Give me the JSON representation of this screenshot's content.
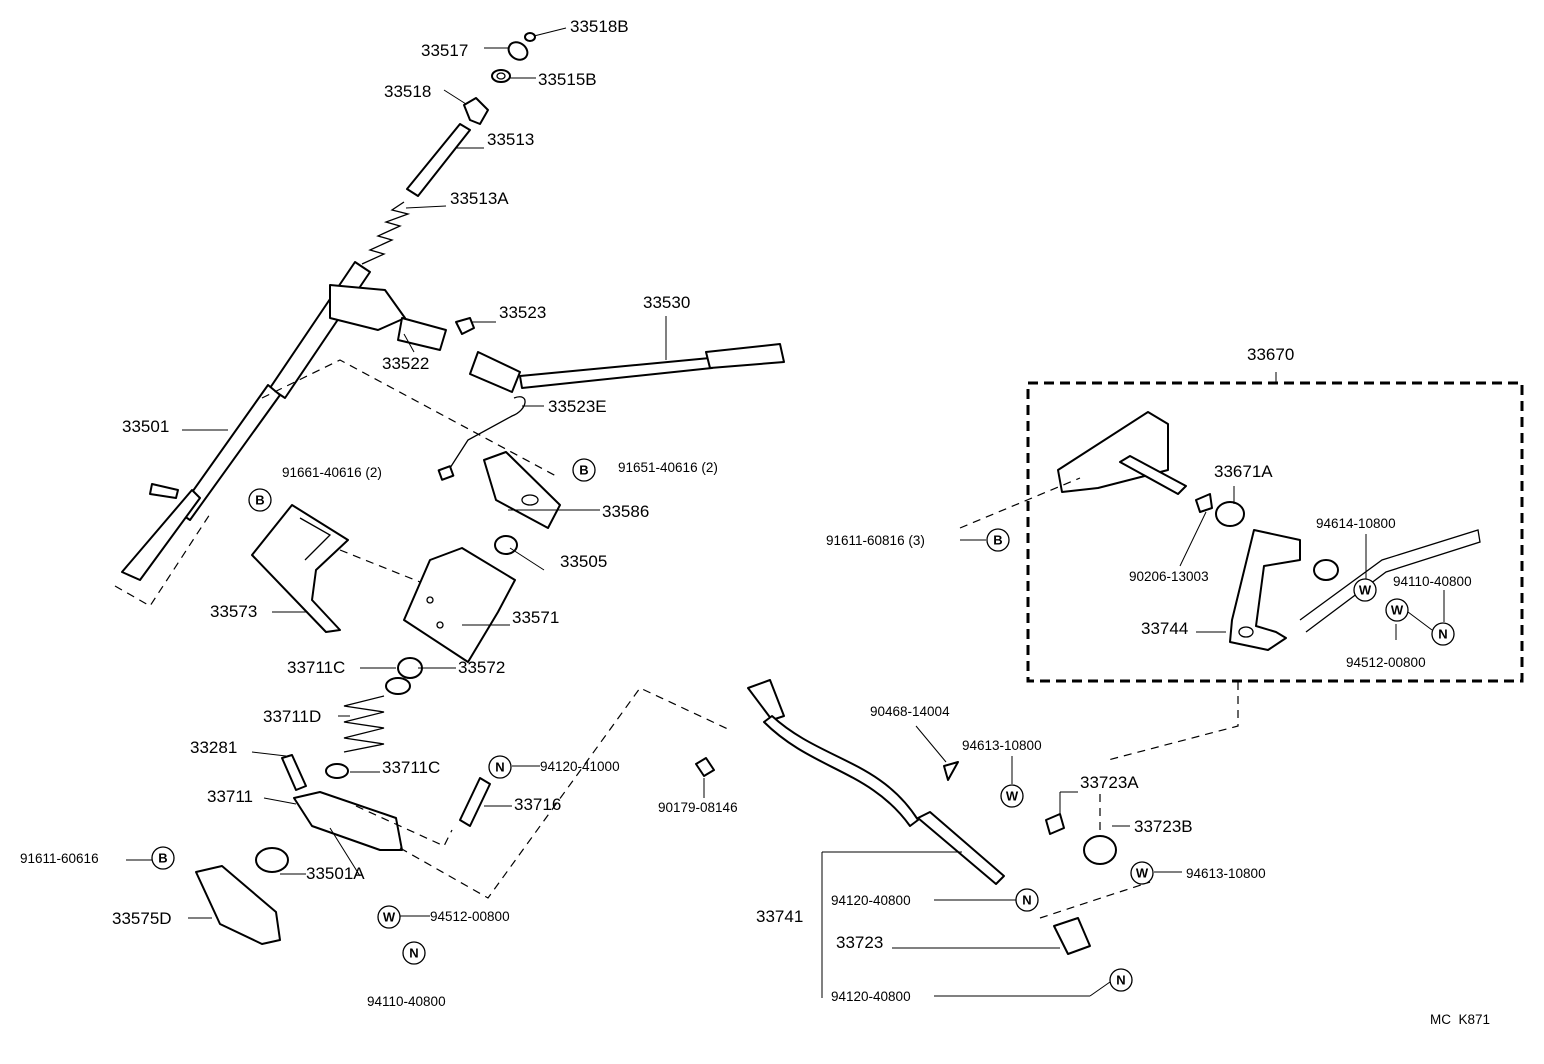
{
  "labels": {
    "p33518B": "33518B",
    "p33517": "33517",
    "p33515B": "33515B",
    "p33518": "33518",
    "p33513": "33513",
    "p33513A": "33513A",
    "p33523": "33523",
    "p33530": "33530",
    "p33522": "33522",
    "p33523E": "33523E",
    "p33501": "33501",
    "p91661": "91661-40616 (2)",
    "p91651": "91651-40616 (2)",
    "p33586": "33586",
    "p33505": "33505",
    "p33573": "33573",
    "p33571": "33571",
    "p33711C_a": "33711C",
    "p33572": "33572",
    "p33711D": "33711D",
    "p33281": "33281",
    "p33711C_b": "33711C",
    "p94120_41000": "94120-41000",
    "p33711": "33711",
    "p33716": "33716",
    "p91611_60616": "91611-60616",
    "p33501A": "33501A",
    "p33575D": "33575D",
    "p94512_a": "94512-00800",
    "p94110_a": "94110-40800",
    "p90179": "90179-08146",
    "p33670": "33670",
    "p33671A": "33671A",
    "p91611_60816": "91611-60816 (3)",
    "p90206": "90206-13003",
    "p94614": "94614-10800",
    "p94110_b": "94110-40800",
    "p33744": "33744",
    "p94512_b": "94512-00800",
    "p90468": "90468-14004",
    "p94613_a": "94613-10800",
    "p33723A": "33723A",
    "p33723B": "33723B",
    "p94613_b": "94613-10800",
    "p33741": "33741",
    "p94120_40800_a": "94120-40800",
    "p33723": "33723",
    "p94120_40800_b": "94120-40800",
    "ref": "MC  K871"
  },
  "symbols": {
    "bolt": "B",
    "nut": "N",
    "washer": "W"
  }
}
